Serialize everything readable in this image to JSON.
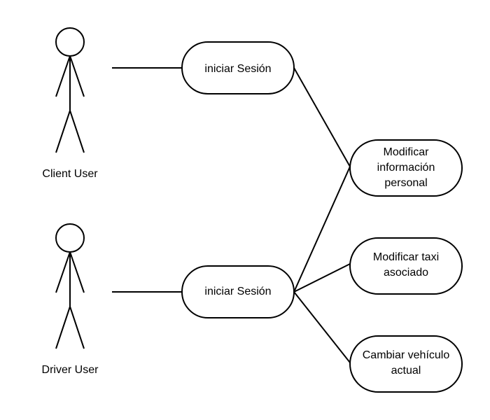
{
  "actors": [
    {
      "id": "client",
      "label": "Client User"
    },
    {
      "id": "driver",
      "label": "Driver User"
    }
  ],
  "use_cases": [
    {
      "id": "login_client",
      "lines": [
        "iniciar Sesión"
      ]
    },
    {
      "id": "login_driver",
      "lines": [
        "iniciar Sesión"
      ]
    },
    {
      "id": "modify_info",
      "lines": [
        "Modificar",
        "información",
        "personal"
      ]
    },
    {
      "id": "modify_taxi",
      "lines": [
        "Modificar taxi",
        "asociado"
      ]
    },
    {
      "id": "change_vehicle",
      "lines": [
        "Cambiar vehículo",
        "actual"
      ]
    }
  ],
  "associations": [
    {
      "from": "client",
      "to": "login_client"
    },
    {
      "from": "driver",
      "to": "login_driver"
    },
    {
      "from": "login_client",
      "to": "modify_info"
    },
    {
      "from": "login_driver",
      "to": "modify_info"
    },
    {
      "from": "login_driver",
      "to": "modify_taxi"
    },
    {
      "from": "login_driver",
      "to": "change_vehicle"
    }
  ]
}
